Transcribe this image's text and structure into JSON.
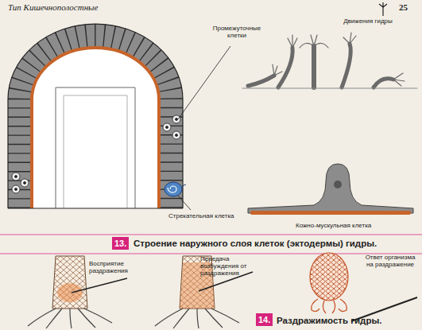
{
  "diagram": {
    "title": "Тип Кишечнополостные",
    "labels": [
      "25",
      "Промежуточные клетки",
      "Движения гидры",
      "Стрекательная клетка",
      "Кожно-мускульная клетка",
      "13.",
      "Строение наружного слоя клеток (эктодермы) гидры.",
      "Восприятие раздражения",
      "Передача возбуждения от раздражения",
      "Ответ организма на раздражение",
      "14.",
      "Раздражимость гидры."
    ]
  }
}
